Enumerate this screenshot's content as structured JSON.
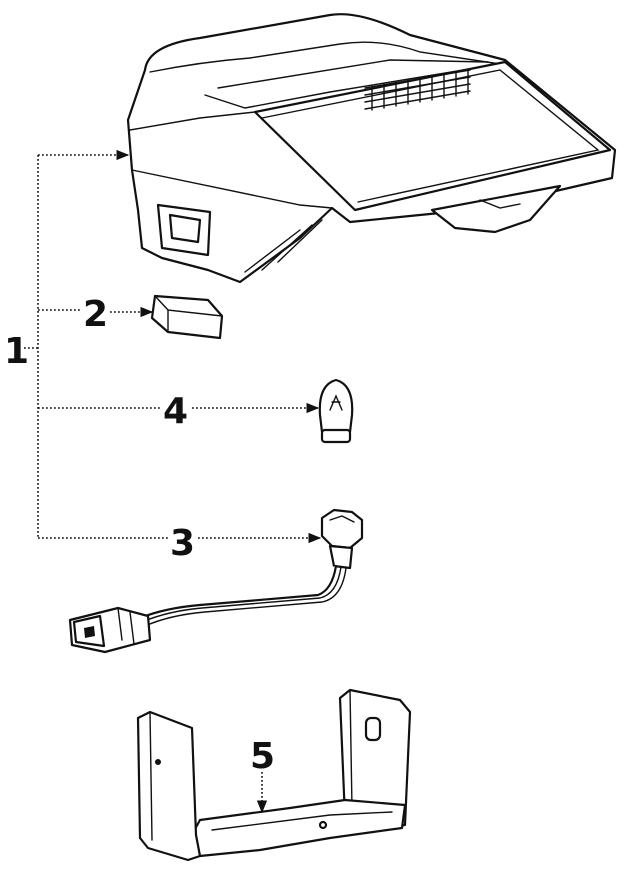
{
  "callouts": {
    "assembly": "1",
    "cover": "2",
    "socket": "3",
    "bulb": "4",
    "bracket": "5"
  },
  "colors": {
    "ink": "#111111",
    "paper": "#ffffff"
  }
}
